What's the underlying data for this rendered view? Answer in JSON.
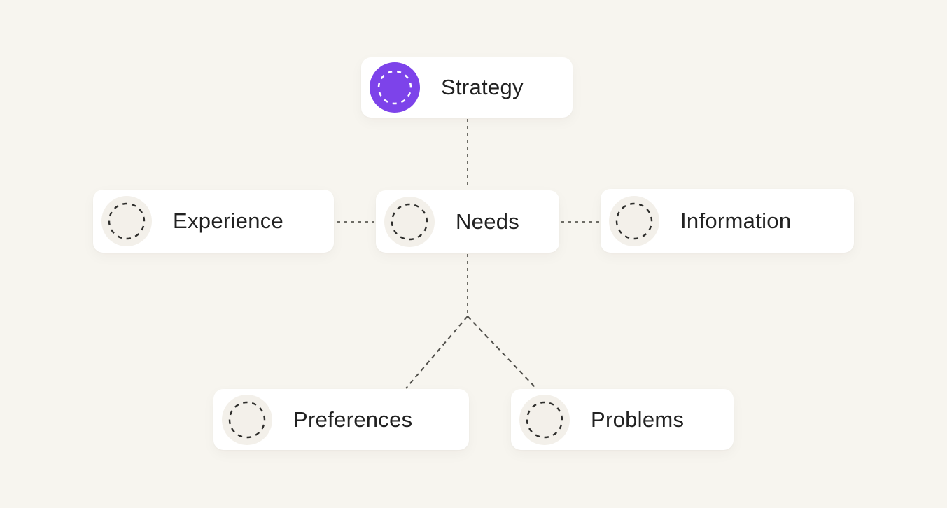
{
  "diagram": {
    "type": "mind-map",
    "nodes": {
      "strategy": {
        "label": "Strategy",
        "icon": "dashed-circle-icon",
        "variant": "accent"
      },
      "experience": {
        "label": "Experience",
        "icon": "dashed-circle-icon",
        "variant": "neutral"
      },
      "needs": {
        "label": "Needs",
        "icon": "dashed-circle-icon",
        "variant": "neutral"
      },
      "information": {
        "label": "Information",
        "icon": "dashed-circle-icon",
        "variant": "neutral"
      },
      "preferences": {
        "label": "Preferences",
        "icon": "dashed-circle-icon",
        "variant": "neutral"
      },
      "problems": {
        "label": "Problems",
        "icon": "dashed-circle-icon",
        "variant": "neutral"
      }
    },
    "edges": [
      {
        "from": "strategy",
        "to": "needs",
        "style": "dashed"
      },
      {
        "from": "experience",
        "to": "needs",
        "style": "dashed"
      },
      {
        "from": "needs",
        "to": "information",
        "style": "dashed"
      },
      {
        "from": "needs",
        "to": "preferences",
        "style": "dashed"
      },
      {
        "from": "needs",
        "to": "problems",
        "style": "dashed"
      }
    ],
    "colors": {
      "background": "#F7F5EF",
      "card": "#FFFFFF",
      "text": "#212121",
      "accent": "#7D43EA",
      "icon_bg": "#F3F0EA",
      "icon_dash": "#2E2E2C",
      "accent_dash": "#FFFFFF",
      "connector": "#6E6D66",
      "connector_dark": "#4F4E49"
    }
  }
}
